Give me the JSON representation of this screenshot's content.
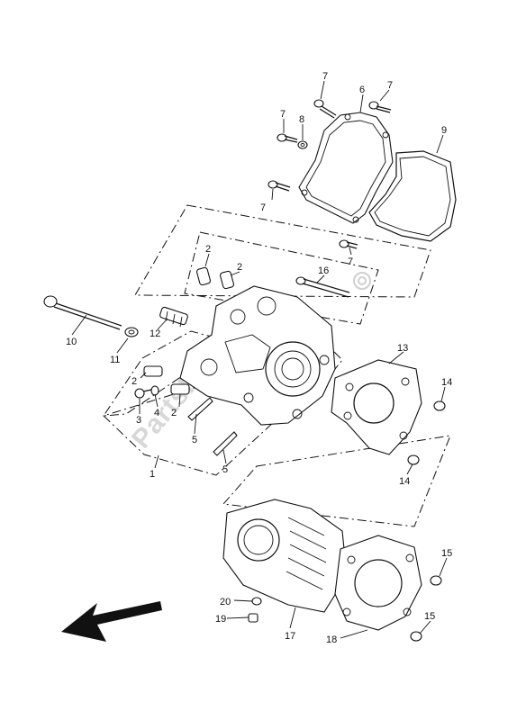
{
  "watermark": "PartsRepublik",
  "callouts": [
    {
      "id": "c1",
      "text": "1"
    },
    {
      "id": "c2a",
      "text": "2"
    },
    {
      "id": "c2b",
      "text": "2"
    },
    {
      "id": "c2c",
      "text": "2"
    },
    {
      "id": "c2d",
      "text": "2"
    },
    {
      "id": "c3",
      "text": "3"
    },
    {
      "id": "c4",
      "text": "4"
    },
    {
      "id": "c5a",
      "text": "5"
    },
    {
      "id": "c5b",
      "text": "5"
    },
    {
      "id": "c6",
      "text": "6"
    },
    {
      "id": "c7a",
      "text": "7"
    },
    {
      "id": "c7b",
      "text": "7"
    },
    {
      "id": "c7c",
      "text": "7"
    },
    {
      "id": "c7d",
      "text": "7"
    },
    {
      "id": "c7e",
      "text": "7"
    },
    {
      "id": "c8",
      "text": "8"
    },
    {
      "id": "c9",
      "text": "9"
    },
    {
      "id": "c10",
      "text": "10"
    },
    {
      "id": "c11",
      "text": "11"
    },
    {
      "id": "c12",
      "text": "12"
    },
    {
      "id": "c13",
      "text": "13"
    },
    {
      "id": "c14a",
      "text": "14"
    },
    {
      "id": "c14b",
      "text": "14"
    },
    {
      "id": "c15a",
      "text": "15"
    },
    {
      "id": "c15b",
      "text": "15"
    },
    {
      "id": "c16",
      "text": "16"
    },
    {
      "id": "c17",
      "text": "17"
    },
    {
      "id": "c18",
      "text": "18"
    },
    {
      "id": "c19",
      "text": "19"
    },
    {
      "id": "c20",
      "text": "20"
    }
  ]
}
